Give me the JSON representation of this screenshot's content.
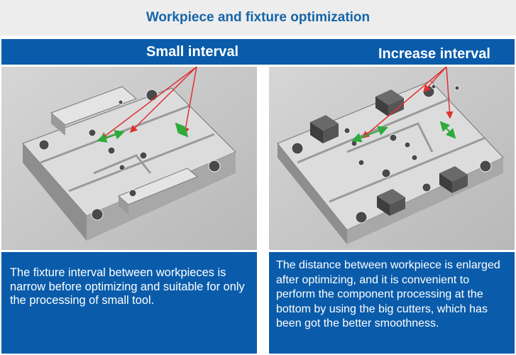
{
  "title": "Workpiece and fixture optimization",
  "left": {
    "heading": "Small interval",
    "description": "The fixture interval between workpieces is narrow before optimizing and suitable for only the processing of small tool."
  },
  "right": {
    "heading": "Increase interval",
    "description": "The distance between workpiece is enlarged after optimizing, and it is convenient to perform the component processing at the bottom by using the big cutters, which has been got the better smoothness."
  },
  "colors": {
    "title": "#1565a8",
    "band": "#0a5cab",
    "arrow_red": "#e03030",
    "arrow_green": "#2eaa3a"
  }
}
